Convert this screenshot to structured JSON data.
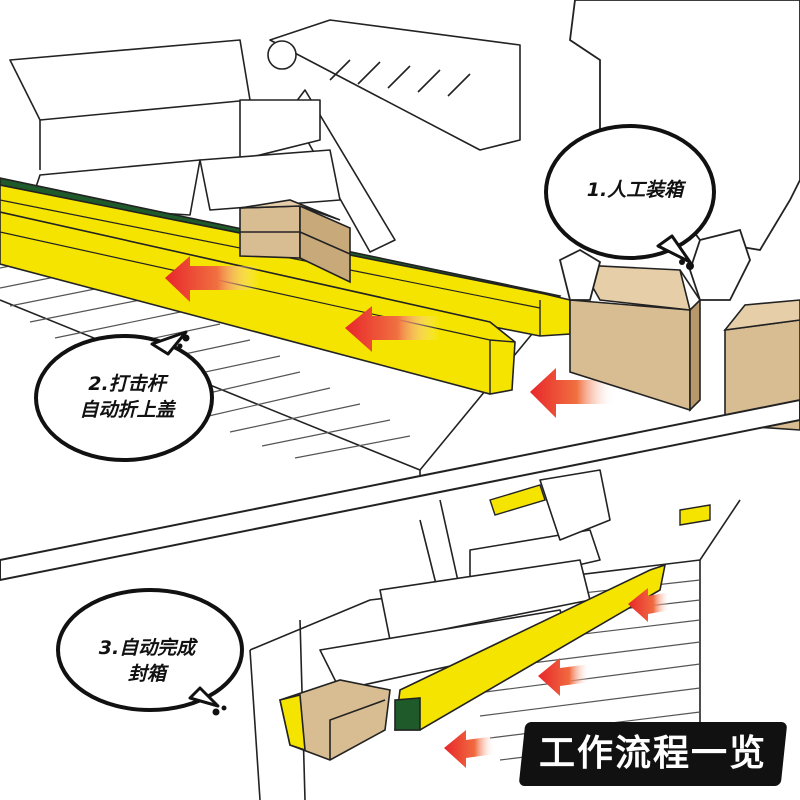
{
  "steps": {
    "step1": "1.人工装箱",
    "step2_line1": "2.打击杆",
    "step2_line2": "自动折上盖",
    "step3_line1": "3.自动完成",
    "step3_line2": "封箱"
  },
  "title": "工作流程一览",
  "colors": {
    "rail_yellow": "#f5e400",
    "belt_green": "#1f5a2a",
    "carton": "#d8bd93",
    "arrow_red": "#e8262b",
    "line": "#222222"
  }
}
